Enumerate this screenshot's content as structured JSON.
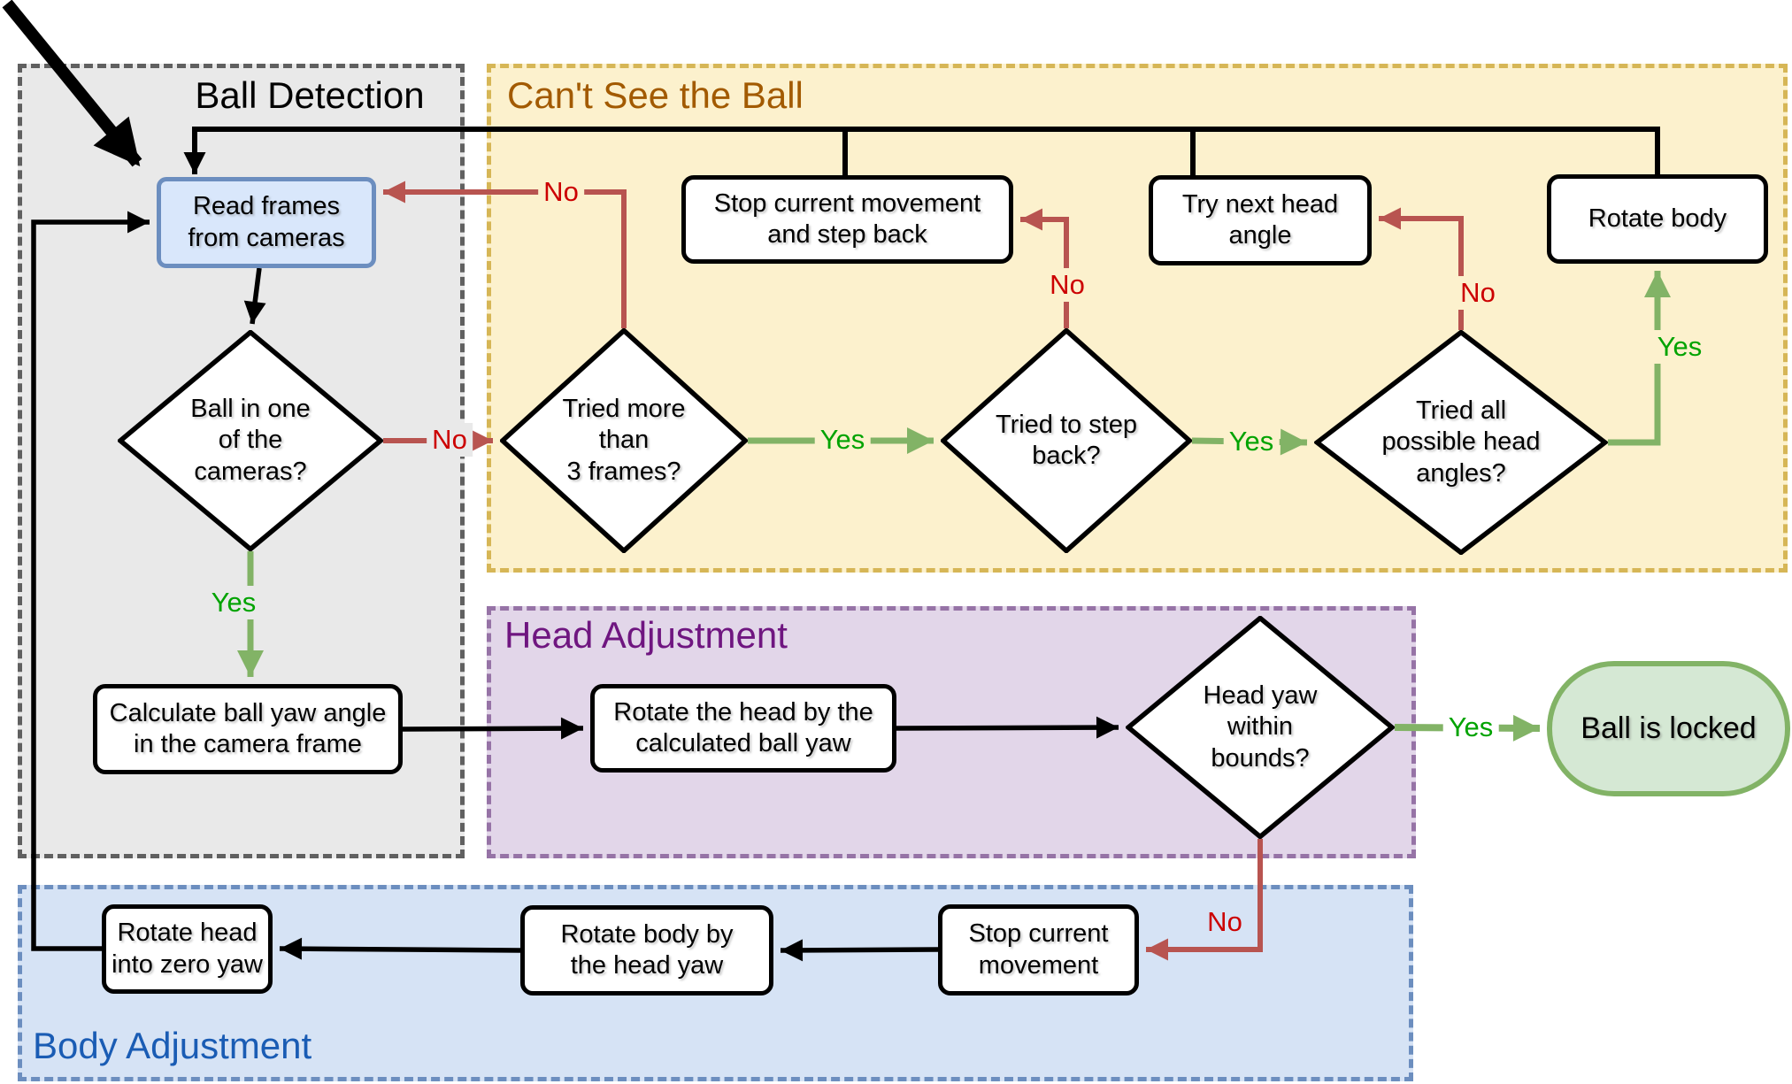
{
  "regions": {
    "ball_detection": {
      "title": "Ball Detection",
      "fill": "#e9e9e9",
      "border": "#606060",
      "title_color": "#000000"
    },
    "cant_see_ball": {
      "title": "Can't See the Ball",
      "fill": "#fcf1cd",
      "border": "#d6b656",
      "title_color": "#A25A00"
    },
    "head_adjustment": {
      "title": "Head Adjustment",
      "fill": "#e2d6e9",
      "border": "#9673a6",
      "title_color": "#6F1680"
    },
    "body_adjustment": {
      "title": "Body Adjustment",
      "fill": "#d6e3f5",
      "border": "#6c8ebf",
      "title_color": "#1A5CB4"
    }
  },
  "nodes": {
    "read_frames": {
      "label": "Read frames\nfrom cameras",
      "type": "process-start",
      "fill": "#d9e7fb",
      "border": "#6c8ebf"
    },
    "ball_in_cameras": {
      "label": "Ball in one\nof the\ncameras?",
      "type": "decision"
    },
    "calc_ball_yaw": {
      "label": "Calculate ball yaw angle\nin the camera frame",
      "type": "process"
    },
    "tried_3_frames": {
      "label": "Tried more\nthan\n3 frames?",
      "type": "decision"
    },
    "stop_step_back": {
      "label": "Stop current movement\nand step back",
      "type": "process"
    },
    "try_next_head": {
      "label": "Try next head\nangle",
      "type": "process"
    },
    "rotate_body": {
      "label": "Rotate body",
      "type": "process"
    },
    "tried_step_back": {
      "label": "Tried to step\nback?",
      "type": "decision"
    },
    "tried_all_angles": {
      "label": "Tried all\npossible head\nangles?",
      "type": "decision"
    },
    "rotate_head_by": {
      "label": "Rotate the head by the\ncalculated ball yaw",
      "type": "process"
    },
    "head_yaw_bounds": {
      "label": "Head yaw\nwithin\nbounds?",
      "type": "decision"
    },
    "ball_locked": {
      "label": "Ball is locked",
      "type": "terminal",
      "fill": "#d5e8d4",
      "border": "#82b366"
    },
    "stop_current": {
      "label": "Stop current\nmovement",
      "type": "process"
    },
    "rotate_body_by": {
      "label": "Rotate body by\nthe head yaw",
      "type": "process"
    },
    "rotate_head_zero": {
      "label": "Rotate head\ninto zero yaw",
      "type": "process"
    }
  },
  "edge_labels": {
    "no_ball_in": "No",
    "yes_ball_in": "Yes",
    "no_tried_3": "No",
    "yes_tried_3": "Yes",
    "no_step_back": "No",
    "yes_step_back": "Yes",
    "no_all_angles": "No",
    "yes_all_angles": "Yes",
    "yes_head_yaw": "Yes",
    "no_head_yaw": "No"
  },
  "colors": {
    "yes_text": "#00A300",
    "no_text": "#CC0000",
    "green_line": "#82b366",
    "red_line": "#b85450",
    "black_line": "#000000"
  }
}
